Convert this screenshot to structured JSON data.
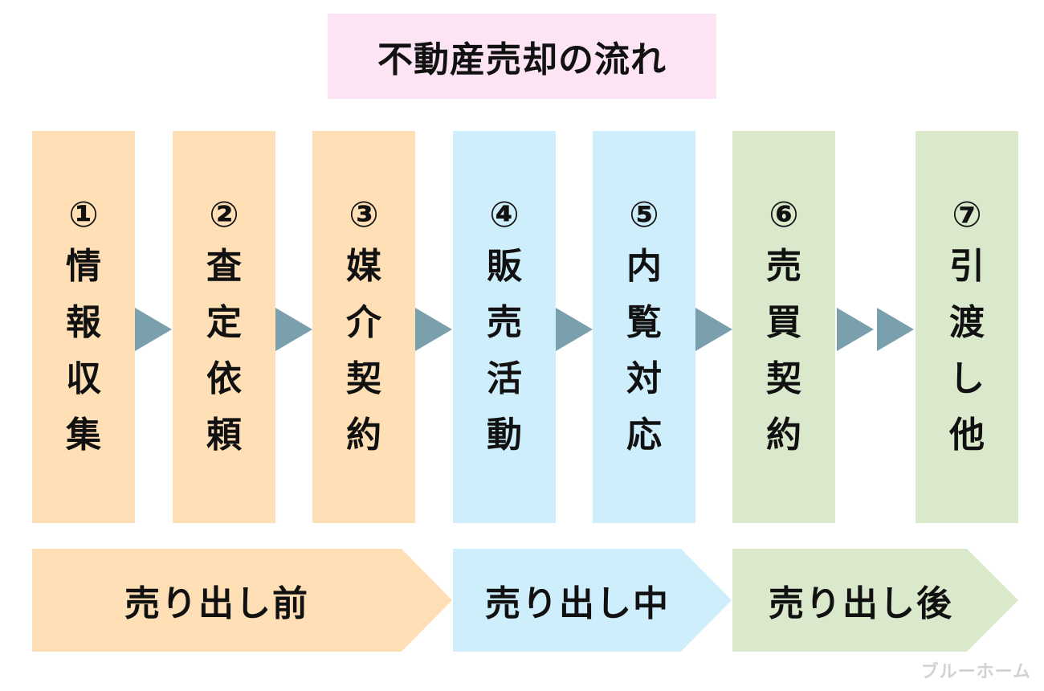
{
  "title": "不動産売却の流れ",
  "steps": [
    {
      "num": "①",
      "chars": [
        "情",
        "報",
        "収",
        "集"
      ],
      "phase": "before"
    },
    {
      "num": "②",
      "chars": [
        "査",
        "定",
        "依",
        "頼"
      ],
      "phase": "before"
    },
    {
      "num": "③",
      "chars": [
        "媒",
        "介",
        "契",
        "約"
      ],
      "phase": "before"
    },
    {
      "num": "④",
      "chars": [
        "販",
        "売",
        "活",
        "動"
      ],
      "phase": "during"
    },
    {
      "num": "⑤",
      "chars": [
        "内",
        "覧",
        "対",
        "応"
      ],
      "phase": "during"
    },
    {
      "num": "⑥",
      "chars": [
        "売",
        "買",
        "契",
        "約"
      ],
      "phase": "after"
    },
    {
      "num": "⑦",
      "chars": [
        "引",
        "渡",
        "し",
        "他"
      ],
      "phase": "after"
    }
  ],
  "phases": [
    {
      "id": "before",
      "label": "売り出し前",
      "color": "#ffdfb5"
    },
    {
      "id": "during",
      "label": "売り出し中",
      "color": "#cfeefc"
    },
    {
      "id": "after",
      "label": "売り出し後",
      "color": "#dae8cb"
    }
  ],
  "colors": {
    "title_bg": "#fde4f4",
    "arrow": "#7aa0ae"
  },
  "watermark": "ブルーホーム"
}
